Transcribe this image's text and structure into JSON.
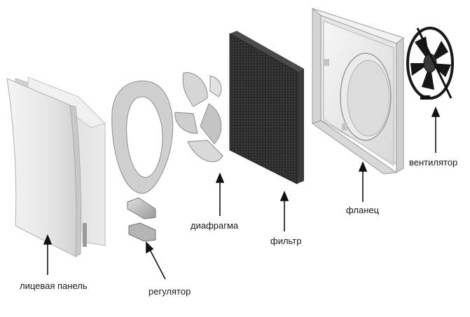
{
  "labels": {
    "face_panel": "лицевая панель",
    "regulator": "регулятор",
    "diaphragm": "диафрагма",
    "filter": "фильтр",
    "flange": "фланец",
    "fan": "вентилятор"
  }
}
